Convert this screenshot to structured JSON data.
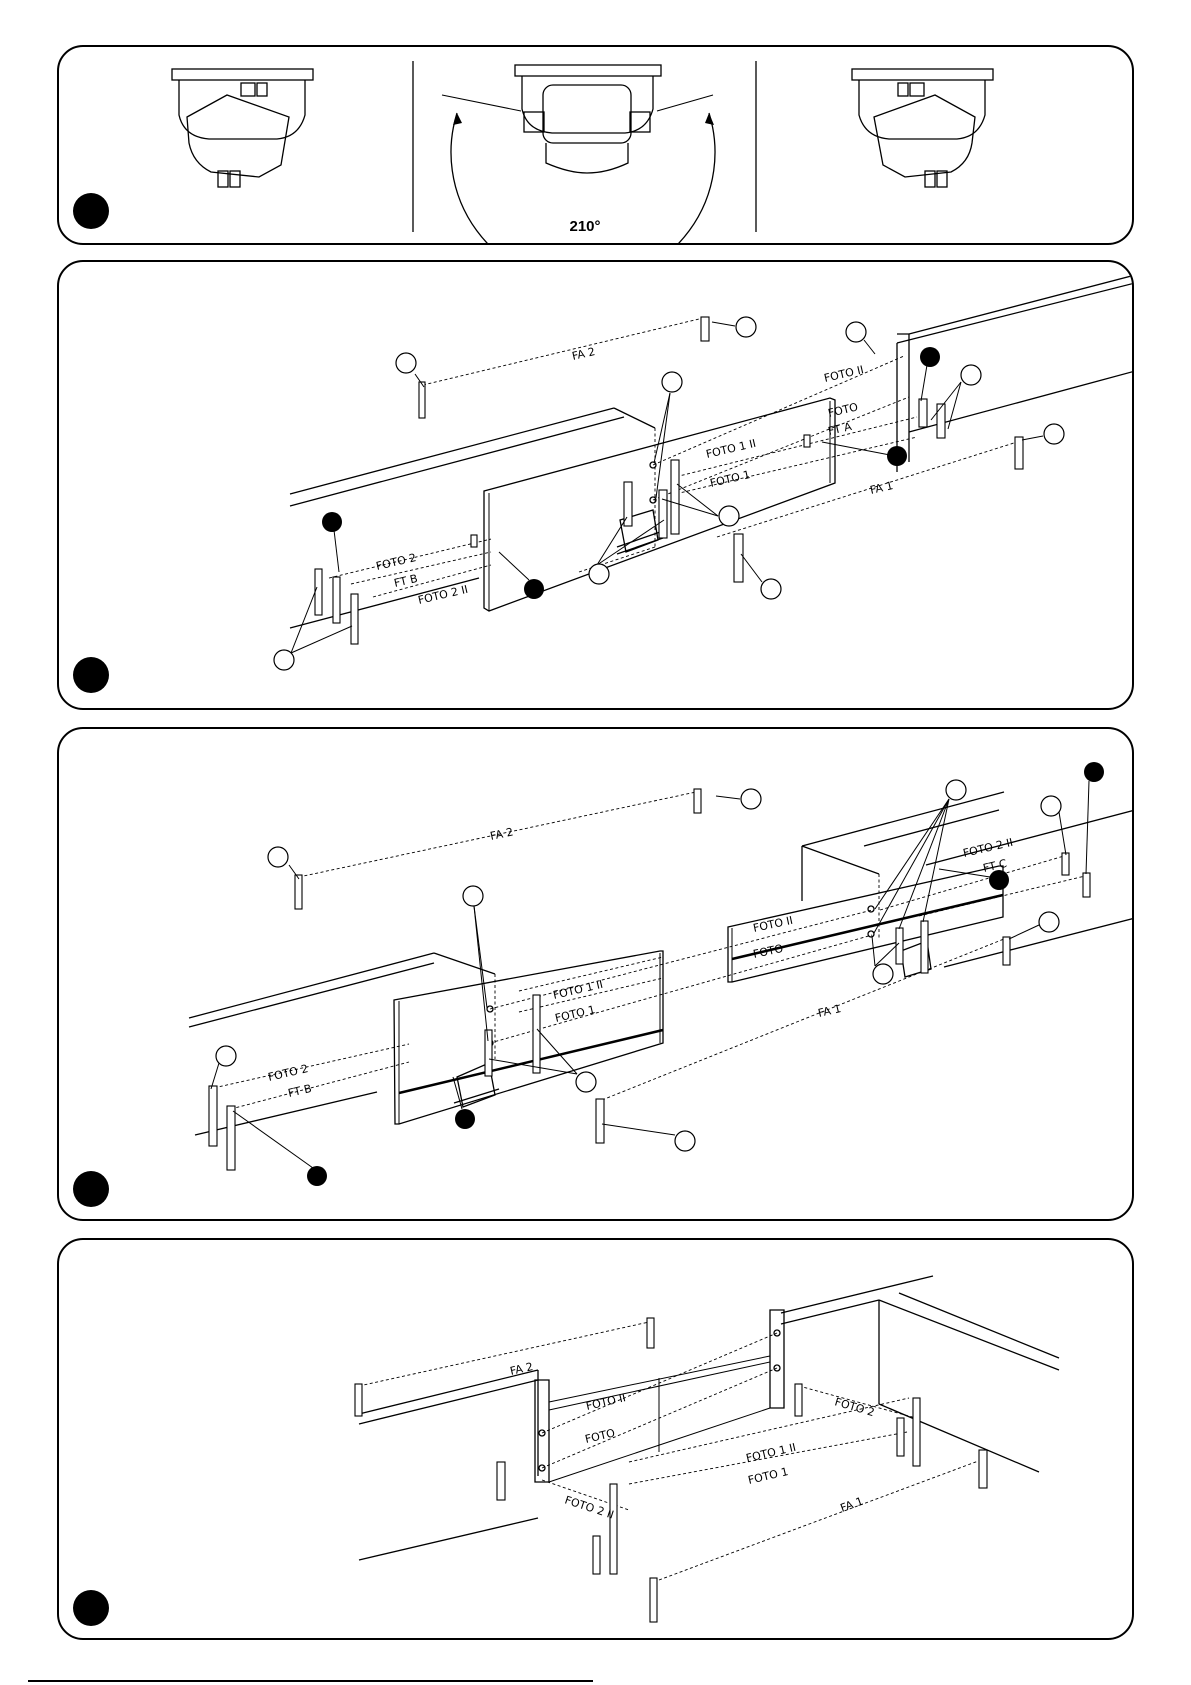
{
  "figures": [
    {
      "id": "fig-rotation",
      "angle_label": "210°"
    },
    {
      "id": "fig-single-gate",
      "labels": [
        "FA 2",
        "FOTO II",
        "FOTO",
        "FT A",
        "FOTO 1 II",
        "FOTO 1",
        "FA 1",
        "FOTO 2",
        "FT B",
        "FOTO 2 II"
      ]
    },
    {
      "id": "fig-double-gate",
      "labels": [
        "FA 2",
        "FOTO II",
        "FOTO",
        "FOTO 2 II",
        "FT C",
        "FOTO 1 II",
        "FOTO 1",
        "FA 1",
        "FOTO 2",
        "FT B"
      ]
    },
    {
      "id": "fig-overview",
      "labels": [
        "FA 2",
        "FOTO II",
        "FOTO",
        "FOTO 2",
        "FOTO 1 II",
        "FOTO 1",
        "FA 1",
        "FOTO 2 II"
      ]
    }
  ]
}
